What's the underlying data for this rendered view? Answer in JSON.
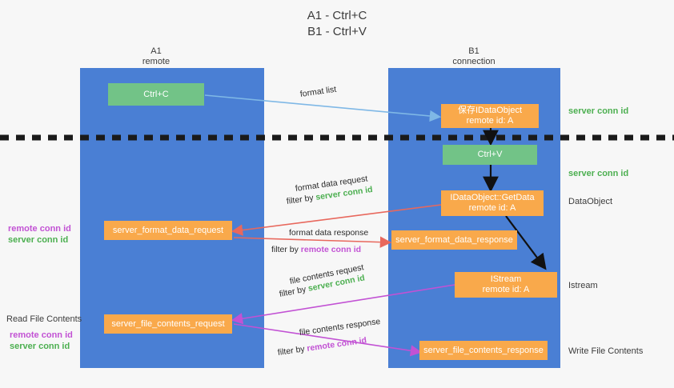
{
  "title": {
    "line1": "A1 - Ctrl+C",
    "line2": "B1 - Ctrl+V"
  },
  "columns": [
    {
      "name": "A1",
      "sub": "remote"
    },
    {
      "name": "B1",
      "sub": "connection"
    }
  ],
  "nodes": [
    {
      "id": "ctrl-c",
      "label": "Ctrl+C",
      "sub": "",
      "color": "green"
    },
    {
      "id": "save-idataobject",
      "label": "保存IDataObject",
      "sub": "remote id: A",
      "color": "orange"
    },
    {
      "id": "ctrl-v",
      "label": "Ctrl+V",
      "sub": "",
      "color": "green"
    },
    {
      "id": "idataobject-getdata",
      "label": "IDataObject::GetData",
      "sub": "remote id: A",
      "color": "orange"
    },
    {
      "id": "server-format-data-request",
      "label": "server_format_data_request",
      "sub": "",
      "color": "orange"
    },
    {
      "id": "server-format-data-response",
      "label": "server_format_data_response",
      "sub": "",
      "color": "orange"
    },
    {
      "id": "istream",
      "label": "IStream",
      "sub": "remote id: A",
      "color": "orange"
    },
    {
      "id": "server-file-contents-request",
      "label": "server_file_contents_request",
      "sub": "",
      "color": "orange"
    },
    {
      "id": "server-file-contents-response",
      "label": "server_file_contents_response",
      "sub": "",
      "color": "orange"
    }
  ],
  "right_labels": [
    {
      "id": "server-conn-id-1",
      "text": "server conn id",
      "kind": "green"
    },
    {
      "id": "server-conn-id-2",
      "text": "server conn id",
      "kind": "green"
    },
    {
      "id": "dataobject",
      "text": "DataObject",
      "kind": "dark"
    },
    {
      "id": "istream-label",
      "text": "Istream",
      "kind": "dark"
    },
    {
      "id": "write-file-contents",
      "text": "Write File Contents",
      "kind": "dark"
    }
  ],
  "left_labels": [
    {
      "id": "remote-conn-id-1",
      "text": "remote conn id",
      "kind": "purple"
    },
    {
      "id": "server-conn-id-3",
      "text": "server conn id",
      "kind": "green"
    },
    {
      "id": "read-file-contents",
      "text": "Read File Contents",
      "kind": "dark"
    },
    {
      "id": "remote-conn-id-2",
      "text": "remote conn id",
      "kind": "purple"
    },
    {
      "id": "server-conn-id-4",
      "text": "server conn id",
      "kind": "green"
    }
  ],
  "edge_labels": {
    "format_list": "format list",
    "format_data_request": "format data request",
    "format_data_request_filter_prefix": "filter by ",
    "format_data_request_filter_key": "server conn id",
    "format_data_response": "format data response",
    "format_data_response_filter_prefix": "filter by ",
    "format_data_response_filter_key": "remote conn id",
    "file_contents_request": "file contents request",
    "file_contents_request_filter_prefix": "filter by ",
    "file_contents_request_filter_key": "server conn id",
    "file_contents_response": "file contents response",
    "file_contents_response_filter_prefix": "filter by ",
    "file_contents_response_filter_key": "remote conn id"
  },
  "colors": {
    "lane": "#4a7fd4",
    "green_node": "#72c387",
    "orange_node": "#f9a94b",
    "green_text": "#4caf50",
    "purple_text": "#c252d4",
    "red_arrow": "#e8685d",
    "magenta_arrow": "#c252d4",
    "blue_arrow": "#7fb8e6",
    "black_arrow": "#111111",
    "background": "#f7f7f7"
  }
}
